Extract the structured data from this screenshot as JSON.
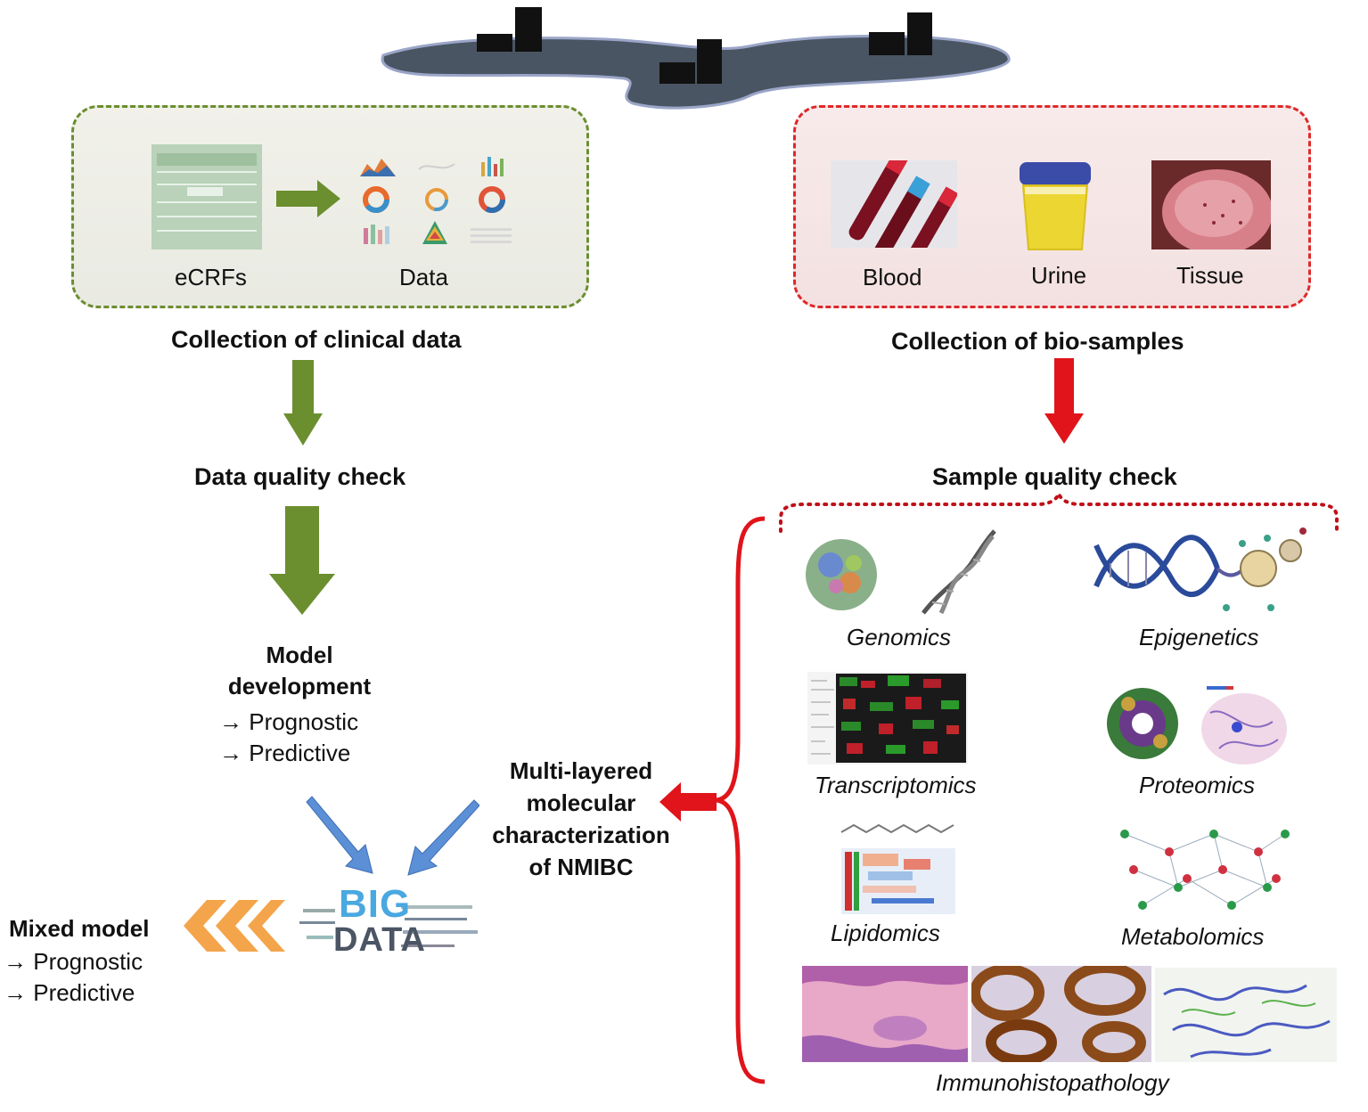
{
  "clinical": {
    "box_labels": [
      "eCRFs",
      "Data"
    ],
    "title": "Collection of clinical data",
    "quality_check": "Data quality check",
    "model_title_line1": "Model",
    "model_title_line2": "development",
    "model_items": [
      "→ Prognostic",
      "→ Predictive"
    ]
  },
  "biosamples": {
    "box_labels": [
      "Blood",
      "Urine",
      "Tissue"
    ],
    "title": "Collection of bio-samples",
    "quality_check": "Sample quality check"
  },
  "omics": {
    "labels": [
      "Genomics",
      "Epigenetics",
      "Transcriptomics",
      "Proteomics",
      "Lipidomics",
      "Metabolomics",
      "Immunohistopathology"
    ]
  },
  "molecular": {
    "lines": [
      "Multi-layered",
      "molecular",
      "characterization",
      "of NMIBC"
    ]
  },
  "bigdata": {
    "word1": "BIG",
    "word2": "DATA"
  },
  "mixed_model": {
    "title": "Mixed model",
    "items": [
      "→ Prognostic",
      "→ Predictive"
    ]
  },
  "colors": {
    "green": "#6b8e2f",
    "red": "#e0141a",
    "blue": "#5b8fd6",
    "orange": "#f4a44a"
  }
}
